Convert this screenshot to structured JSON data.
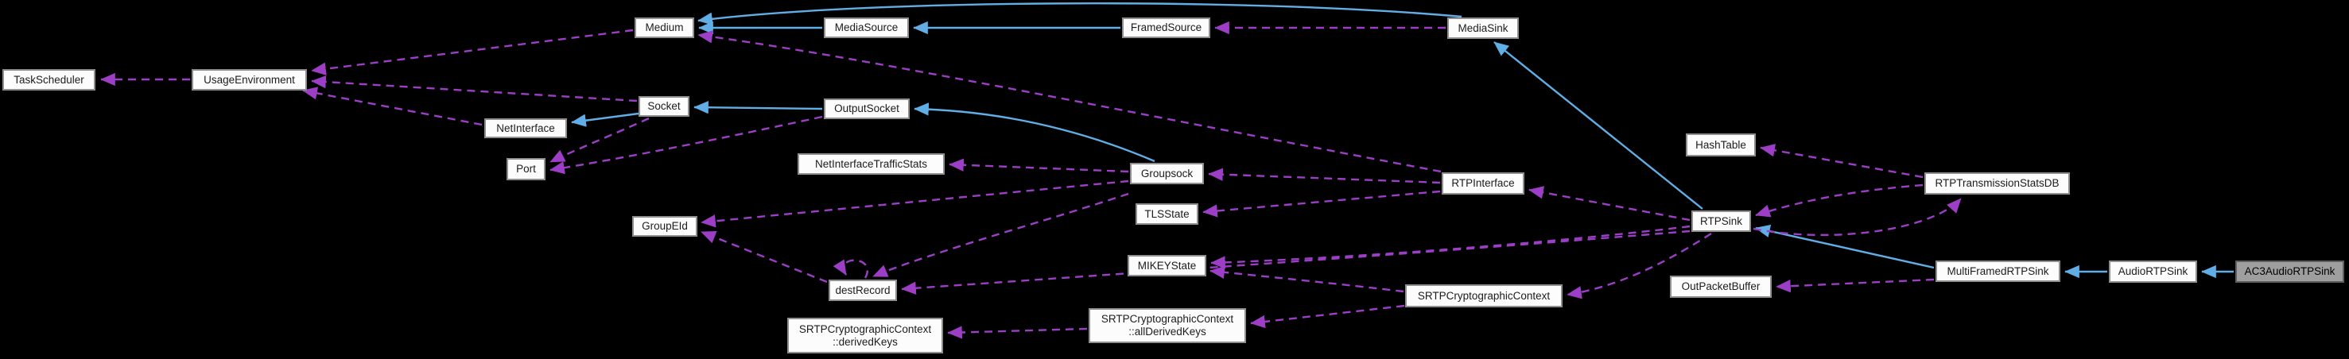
{
  "diagram": {
    "kind": "doxygen-collaboration-graph",
    "background_color": "#000000",
    "colors": {
      "inheritance_edge": "#61aee6",
      "usage_edge": "#9c3ec6",
      "node_fill": "#fcfcfc",
      "node_border": "#8f8f8f",
      "node_text": "#1c1c1c",
      "highlighted_node_fill": "#9e9e9e",
      "highlighted_node_border": "#5e5e5e"
    },
    "nodes": [
      {
        "id": "TaskScheduler",
        "label": "TaskScheduler",
        "highlighted": false
      },
      {
        "id": "UsageEnvironment",
        "label": "UsageEnvironment",
        "highlighted": false
      },
      {
        "id": "Medium",
        "label": "Medium",
        "highlighted": false
      },
      {
        "id": "MediaSource",
        "label": "MediaSource",
        "highlighted": false
      },
      {
        "id": "FramedSource",
        "label": "FramedSource",
        "highlighted": false
      },
      {
        "id": "MediaSink",
        "label": "MediaSink",
        "highlighted": false
      },
      {
        "id": "NetInterface",
        "label": "NetInterface",
        "highlighted": false
      },
      {
        "id": "Socket",
        "label": "Socket",
        "highlighted": false
      },
      {
        "id": "OutputSocket",
        "label": "OutputSocket",
        "highlighted": false
      },
      {
        "id": "Port",
        "label": "Port",
        "highlighted": false
      },
      {
        "id": "NetInterfaceTrafficStats",
        "label": "NetInterfaceTrafficStats",
        "highlighted": false
      },
      {
        "id": "Groupsock",
        "label": "Groupsock",
        "highlighted": false
      },
      {
        "id": "GroupEId",
        "label": "GroupEId",
        "highlighted": false
      },
      {
        "id": "TLSState",
        "label": "TLSState",
        "highlighted": false
      },
      {
        "id": "RTPInterface",
        "label": "RTPInterface",
        "highlighted": false
      },
      {
        "id": "HashTable",
        "label": "HashTable",
        "highlighted": false
      },
      {
        "id": "RTPTransmissionStatsDB",
        "label": "RTPTransmissionStatsDB",
        "highlighted": false
      },
      {
        "id": "RTPSink",
        "label": "RTPSink",
        "highlighted": false
      },
      {
        "id": "MIKEYState",
        "label": "MIKEYState",
        "highlighted": false
      },
      {
        "id": "destRecord",
        "label": "destRecord",
        "highlighted": false
      },
      {
        "id": "SRTPCryptographicContext",
        "label": "SRTPCryptographicContext",
        "highlighted": false
      },
      {
        "id": "OutPacketBuffer",
        "label": "OutPacketBuffer",
        "highlighted": false
      },
      {
        "id": "MultiFramedRTPSink",
        "label": "MultiFramedRTPSink",
        "highlighted": false
      },
      {
        "id": "AudioRTPSink",
        "label": "AudioRTPSink",
        "highlighted": false
      },
      {
        "id": "AC3AudioRTPSink",
        "label": "AC3AudioRTPSink",
        "highlighted": true
      },
      {
        "id": "SRTPCryptographicContext::derivedKeys",
        "label": "SRTPCryptographicContext\n::derivedKeys",
        "highlighted": false
      },
      {
        "id": "SRTPCryptographicContext::allDerivedKeys",
        "label": "SRTPCryptographicContext\n::allDerivedKeys",
        "highlighted": false
      }
    ],
    "edges": [
      {
        "from": "MediaSource",
        "to": "Medium",
        "type": "inheritance"
      },
      {
        "from": "FramedSource",
        "to": "MediaSource",
        "type": "inheritance"
      },
      {
        "from": "MediaSink",
        "to": "Medium",
        "type": "inheritance"
      },
      {
        "from": "Socket",
        "to": "NetInterface",
        "type": "inheritance"
      },
      {
        "from": "OutputSocket",
        "to": "Socket",
        "type": "inheritance"
      },
      {
        "from": "Groupsock",
        "to": "OutputSocket",
        "type": "inheritance"
      },
      {
        "from": "RTPSink",
        "to": "MediaSink",
        "type": "inheritance"
      },
      {
        "from": "MultiFramedRTPSink",
        "to": "RTPSink",
        "type": "inheritance"
      },
      {
        "from": "AudioRTPSink",
        "to": "MultiFramedRTPSink",
        "type": "inheritance"
      },
      {
        "from": "AC3AudioRTPSink",
        "to": "AudioRTPSink",
        "type": "inheritance"
      },
      {
        "from": "UsageEnvironment",
        "to": "TaskScheduler",
        "type": "usage"
      },
      {
        "from": "Medium",
        "to": "UsageEnvironment",
        "type": "usage"
      },
      {
        "from": "Socket",
        "to": "UsageEnvironment",
        "type": "usage"
      },
      {
        "from": "NetInterface",
        "to": "UsageEnvironment",
        "type": "usage"
      },
      {
        "from": "Socket",
        "to": "Port",
        "type": "usage"
      },
      {
        "from": "OutputSocket",
        "to": "Port",
        "type": "usage"
      },
      {
        "from": "MediaSink",
        "to": "FramedSource",
        "type": "usage"
      },
      {
        "from": "RTPInterface",
        "to": "Medium",
        "type": "usage"
      },
      {
        "from": "RTPInterface",
        "to": "Groupsock",
        "type": "usage"
      },
      {
        "from": "RTPInterface",
        "to": "TLSState",
        "type": "usage"
      },
      {
        "from": "RTPSink",
        "to": "RTPInterface",
        "type": "usage"
      },
      {
        "from": "Groupsock",
        "to": "NetInterfaceTrafficStats",
        "type": "usage"
      },
      {
        "from": "Groupsock",
        "to": "GroupEId",
        "type": "usage"
      },
      {
        "from": "Groupsock",
        "to": "destRecord",
        "type": "usage"
      },
      {
        "from": "destRecord",
        "to": "GroupEId",
        "type": "usage"
      },
      {
        "from": "destRecord",
        "to": "destRecord",
        "type": "usage"
      },
      {
        "from": "RTPSink",
        "to": "destRecord",
        "type": "usage"
      },
      {
        "from": "RTPSink",
        "to": "MIKEYState",
        "type": "usage"
      },
      {
        "from": "SRTPCryptographicContext",
        "to": "MIKEYState",
        "type": "usage"
      },
      {
        "from": "RTPSink",
        "to": "SRTPCryptographicContext",
        "type": "usage"
      },
      {
        "from": "SRTPCryptographicContext",
        "to": "SRTPCryptographicContext::allDerivedKeys",
        "type": "usage"
      },
      {
        "from": "SRTPCryptographicContext::allDerivedKeys",
        "to": "SRTPCryptographicContext::derivedKeys",
        "type": "usage"
      },
      {
        "from": "RTPTransmissionStatsDB",
        "to": "HashTable",
        "type": "usage"
      },
      {
        "from": "RTPTransmissionStatsDB",
        "to": "RTPSink",
        "type": "usage"
      },
      {
        "from": "RTPSink",
        "to": "RTPTransmissionStatsDB",
        "type": "usage"
      },
      {
        "from": "MultiFramedRTPSink",
        "to": "OutPacketBuffer",
        "type": "usage"
      }
    ]
  }
}
